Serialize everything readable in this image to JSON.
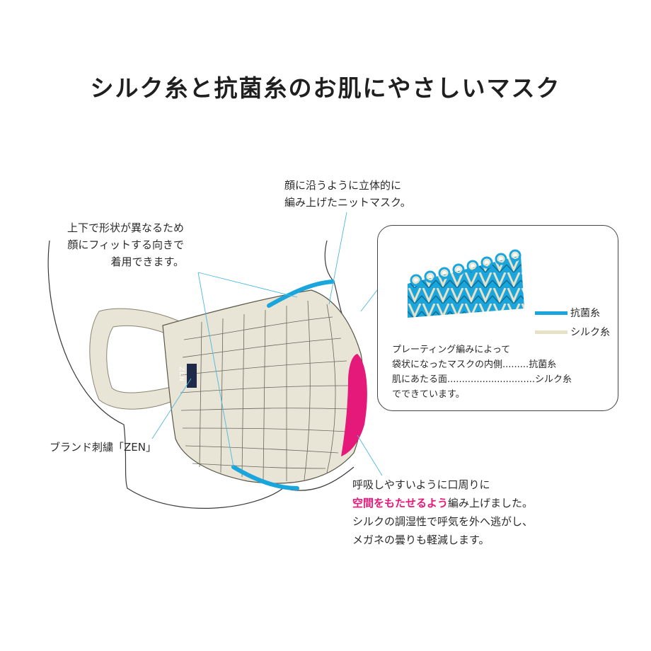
{
  "title": "シルク糸と抗菌糸のお肌にやさしいマスク",
  "annotations": {
    "top_right": [
      "顔に沿うように立体的に",
      "編み上げたニットマスク。"
    ],
    "top_left": [
      "上下で形状が異なるため",
      "顔にフィットする向きで",
      "着用できます。"
    ],
    "brand": "ブランド刺繍「ZEN」",
    "bottom_right": {
      "line1": "呼吸しやすいように口周りに",
      "line2_highlight": "空間をもたせるよう",
      "line2_rest": "編み上げました。",
      "line3": "シルクの調湿性で呼気を外へ逃がし、",
      "line4": "メガネの曇りも軽減します。"
    }
  },
  "mask_label": "ZEN",
  "legend": [
    {
      "label": "抗菌糸",
      "color": "#1ba5dd"
    },
    {
      "label": "シルク糸",
      "color": "#e7e1c8"
    }
  ],
  "knit_notes": {
    "line1": "プレーティング編みによって",
    "line2": "袋状になったマスクの内側.........抗菌糸",
    "line3": "肌にあたる面..............................シルク糸",
    "line4": "でできています。"
  },
  "colors": {
    "antibacterial_blue": "#1ba5dd",
    "mouth_pink": "#e4197a",
    "mask_beige": "#e8e4d6"
  }
}
